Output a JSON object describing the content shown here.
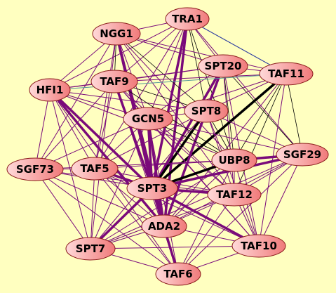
{
  "colors": {
    "background": "#FFFFC0",
    "node_fill_light": "#FFD9D9",
    "node_fill_dark": "#F07A7A",
    "node_stroke": "#8A1A1A",
    "edge_purple": "#7A0A7A",
    "edge_black": "#000000",
    "edge_blue": "#2A3AA0"
  },
  "nodes": [
    {
      "id": "TRA1",
      "label": "TRA1"
    },
    {
      "id": "NGG1",
      "label": "NGG1"
    },
    {
      "id": "SPT20",
      "label": "SPT20"
    },
    {
      "id": "TAF11",
      "label": "TAF11"
    },
    {
      "id": "HFI1",
      "label": "HFI1"
    },
    {
      "id": "TAF9",
      "label": "TAF9"
    },
    {
      "id": "SPT8",
      "label": "SPT8"
    },
    {
      "id": "GCN5",
      "label": "GCN5"
    },
    {
      "id": "SGF73",
      "label": "SGF73"
    },
    {
      "id": "TAF5",
      "label": "TAF5"
    },
    {
      "id": "UBP8",
      "label": "UBP8"
    },
    {
      "id": "SGF29",
      "label": "SGF29"
    },
    {
      "id": "SPT3",
      "label": "SPT3"
    },
    {
      "id": "TAF12",
      "label": "TAF12"
    },
    {
      "id": "ADA2",
      "label": "ADA2"
    },
    {
      "id": "SPT7",
      "label": "SPT7"
    },
    {
      "id": "TAF10",
      "label": "TAF10"
    },
    {
      "id": "TAF6",
      "label": "TAF6"
    }
  ],
  "edges": [
    {
      "a": "TRA1",
      "b": "NGG1",
      "style": "purple"
    },
    {
      "a": "TRA1",
      "b": "SPT20",
      "style": "purple"
    },
    {
      "a": "TRA1",
      "b": "TAF11",
      "style": "blue"
    },
    {
      "a": "TRA1",
      "b": "TAF9",
      "style": "purple"
    },
    {
      "a": "TRA1",
      "b": "SPT8",
      "style": "black"
    },
    {
      "a": "TRA1",
      "b": "GCN5",
      "style": "purple"
    },
    {
      "a": "TRA1",
      "b": "SPT3",
      "style": "purple-bold"
    },
    {
      "a": "TRA1",
      "b": "UBP8",
      "style": "black"
    },
    {
      "a": "TRA1",
      "b": "ADA2",
      "style": "purple-bold"
    },
    {
      "a": "TRA1",
      "b": "TAF5",
      "style": "purple"
    },
    {
      "a": "TRA1",
      "b": "HFI1",
      "style": "purple"
    },
    {
      "a": "TRA1",
      "b": "SGF29",
      "style": "purple"
    },
    {
      "a": "NGG1",
      "b": "HFI1",
      "style": "purple"
    },
    {
      "a": "NGG1",
      "b": "TAF9",
      "style": "black"
    },
    {
      "a": "NGG1",
      "b": "GCN5",
      "style": "purple"
    },
    {
      "a": "NGG1",
      "b": "SPT3",
      "style": "purple-bold"
    },
    {
      "a": "NGG1",
      "b": "SPT20",
      "style": "purple"
    },
    {
      "a": "NGG1",
      "b": "ADA2",
      "style": "purple-bold"
    },
    {
      "a": "NGG1",
      "b": "TAF11",
      "style": "purple"
    },
    {
      "a": "NGG1",
      "b": "SPT8",
      "style": "black"
    },
    {
      "a": "NGG1",
      "b": "UBP8",
      "style": "purple"
    },
    {
      "a": "NGG1",
      "b": "TAF5",
      "style": "purple"
    },
    {
      "a": "NGG1",
      "b": "SGF73",
      "style": "purple"
    },
    {
      "a": "NGG1",
      "b": "SPT7",
      "style": "purple"
    },
    {
      "a": "NGG1",
      "b": "TAF12",
      "style": "purple"
    },
    {
      "a": "SPT20",
      "b": "TAF11",
      "style": "purple"
    },
    {
      "a": "SPT20",
      "b": "SPT8",
      "style": "purple-bold"
    },
    {
      "a": "SPT20",
      "b": "SPT3",
      "style": "purple-bold"
    },
    {
      "a": "SPT20",
      "b": "GCN5",
      "style": "purple"
    },
    {
      "a": "SPT20",
      "b": "UBP8",
      "style": "black"
    },
    {
      "a": "SPT20",
      "b": "SGF29",
      "style": "black"
    },
    {
      "a": "SPT20",
      "b": "TAF12",
      "style": "purple"
    },
    {
      "a": "SPT20",
      "b": "TAF9",
      "style": "purple"
    },
    {
      "a": "SPT20",
      "b": "HFI1",
      "style": "purple"
    },
    {
      "a": "SPT20",
      "b": "ADA2",
      "style": "purple"
    },
    {
      "a": "SPT20",
      "b": "TAF10",
      "style": "purple"
    },
    {
      "a": "TAF11",
      "b": "SPT3",
      "style": "black-bold"
    },
    {
      "a": "TAF11",
      "b": "UBP8",
      "style": "black"
    },
    {
      "a": "TAF11",
      "b": "SGF29",
      "style": "black"
    },
    {
      "a": "TAF11",
      "b": "SPT8",
      "style": "purple"
    },
    {
      "a": "TAF11",
      "b": "TAF12",
      "style": "black"
    },
    {
      "a": "TAF11",
      "b": "GCN5",
      "style": "purple"
    },
    {
      "a": "TAF11",
      "b": "TAF9",
      "style": "purple"
    },
    {
      "a": "TAF11",
      "b": "TAF10",
      "style": "purple"
    },
    {
      "a": "TAF11",
      "b": "ADA2",
      "style": "purple"
    },
    {
      "a": "TAF11",
      "b": "HFI1",
      "style": "teal"
    },
    {
      "a": "HFI1",
      "b": "TAF9",
      "style": "purple"
    },
    {
      "a": "HFI1",
      "b": "GCN5",
      "style": "purple"
    },
    {
      "a": "HFI1",
      "b": "SPT3",
      "style": "purple-bold"
    },
    {
      "a": "HFI1",
      "b": "SGF73",
      "style": "purple"
    },
    {
      "a": "HFI1",
      "b": "TAF5",
      "style": "purple"
    },
    {
      "a": "HFI1",
      "b": "SPT7",
      "style": "purple"
    },
    {
      "a": "HFI1",
      "b": "ADA2",
      "style": "purple-bold"
    },
    {
      "a": "HFI1",
      "b": "TAF6",
      "style": "purple"
    },
    {
      "a": "HFI1",
      "b": "SPT8",
      "style": "purple"
    },
    {
      "a": "HFI1",
      "b": "UBP8",
      "style": "purple"
    },
    {
      "a": "TAF9",
      "b": "GCN5",
      "style": "purple"
    },
    {
      "a": "TAF9",
      "b": "SPT3",
      "style": "purple-bold"
    },
    {
      "a": "TAF9",
      "b": "SPT8",
      "style": "black"
    },
    {
      "a": "TAF9",
      "b": "TAF5",
      "style": "purple"
    },
    {
      "a": "TAF9",
      "b": "UBP8",
      "style": "black"
    },
    {
      "a": "TAF9",
      "b": "ADA2",
      "style": "purple"
    },
    {
      "a": "TAF9",
      "b": "TAF6",
      "style": "purple"
    },
    {
      "a": "TAF9",
      "b": "SGF73",
      "style": "purple"
    },
    {
      "a": "TAF9",
      "b": "TAF12",
      "style": "purple"
    },
    {
      "a": "TAF9",
      "b": "TAF10",
      "style": "purple"
    },
    {
      "a": "SPT8",
      "b": "GCN5",
      "style": "purple"
    },
    {
      "a": "SPT8",
      "b": "SPT3",
      "style": "black-bold"
    },
    {
      "a": "SPT8",
      "b": "UBP8",
      "style": "black"
    },
    {
      "a": "SPT8",
      "b": "SGF29",
      "style": "purple"
    },
    {
      "a": "SPT8",
      "b": "TAF12",
      "style": "purple"
    },
    {
      "a": "SPT8",
      "b": "ADA2",
      "style": "purple-bold"
    },
    {
      "a": "SPT8",
      "b": "TAF5",
      "style": "purple"
    },
    {
      "a": "SPT8",
      "b": "SPT7",
      "style": "purple"
    },
    {
      "a": "SPT8",
      "b": "TAF10",
      "style": "purple"
    },
    {
      "a": "GCN5",
      "b": "SPT3",
      "style": "purple-bold"
    },
    {
      "a": "GCN5",
      "b": "TAF5",
      "style": "purple"
    },
    {
      "a": "GCN5",
      "b": "UBP8",
      "style": "black"
    },
    {
      "a": "GCN5",
      "b": "ADA2",
      "style": "purple-bold"
    },
    {
      "a": "GCN5",
      "b": "SGF73",
      "style": "purple"
    },
    {
      "a": "GCN5",
      "b": "TAF12",
      "style": "purple"
    },
    {
      "a": "GCN5",
      "b": "SPT7",
      "style": "purple"
    },
    {
      "a": "GCN5",
      "b": "TAF6",
      "style": "purple"
    },
    {
      "a": "GCN5",
      "b": "SGF29",
      "style": "purple"
    },
    {
      "a": "GCN5",
      "b": "TAF10",
      "style": "purple"
    },
    {
      "a": "SGF73",
      "b": "TAF5",
      "style": "purple"
    },
    {
      "a": "SGF73",
      "b": "SPT3",
      "style": "purple"
    },
    {
      "a": "SGF73",
      "b": "SPT7",
      "style": "purple"
    },
    {
      "a": "SGF73",
      "b": "ADA2",
      "style": "purple"
    },
    {
      "a": "SGF73",
      "b": "TAF6",
      "style": "purple"
    },
    {
      "a": "SGF73",
      "b": "UBP8",
      "style": "purple"
    },
    {
      "a": "SGF73",
      "b": "TAF12",
      "style": "purple"
    },
    {
      "a": "TAF5",
      "b": "SPT3",
      "style": "purple-bold"
    },
    {
      "a": "TAF5",
      "b": "SPT7",
      "style": "purple"
    },
    {
      "a": "TAF5",
      "b": "ADA2",
      "style": "purple"
    },
    {
      "a": "TAF5",
      "b": "TAF6",
      "style": "purple"
    },
    {
      "a": "TAF5",
      "b": "UBP8",
      "style": "purple"
    },
    {
      "a": "TAF5",
      "b": "TAF12",
      "style": "purple"
    },
    {
      "a": "TAF5",
      "b": "TAF10",
      "style": "purple"
    },
    {
      "a": "UBP8",
      "b": "SGF29",
      "style": "purple-bold"
    },
    {
      "a": "UBP8",
      "b": "SPT3",
      "style": "black-bold"
    },
    {
      "a": "UBP8",
      "b": "TAF12",
      "style": "purple"
    },
    {
      "a": "UBP8",
      "b": "ADA2",
      "style": "purple"
    },
    {
      "a": "UBP8",
      "b": "TAF10",
      "style": "purple"
    },
    {
      "a": "UBP8",
      "b": "TAF6",
      "style": "purple"
    },
    {
      "a": "UBP8",
      "b": "SPT7",
      "style": "purple"
    },
    {
      "a": "SGF29",
      "b": "SPT3",
      "style": "purple-bold"
    },
    {
      "a": "SGF29",
      "b": "TAF12",
      "style": "purple"
    },
    {
      "a": "SGF29",
      "b": "TAF10",
      "style": "purple"
    },
    {
      "a": "SGF29",
      "b": "ADA2",
      "style": "purple"
    },
    {
      "a": "SGF29",
      "b": "TAF6",
      "style": "purple"
    },
    {
      "a": "SGF29",
      "b": "SPT7",
      "style": "purple"
    },
    {
      "a": "SPT3",
      "b": "TAF12",
      "style": "purple-bold"
    },
    {
      "a": "SPT3",
      "b": "ADA2",
      "style": "purple-bold"
    },
    {
      "a": "SPT3",
      "b": "SPT7",
      "style": "purple-bold"
    },
    {
      "a": "SPT3",
      "b": "TAF10",
      "style": "purple-bold"
    },
    {
      "a": "SPT3",
      "b": "TAF6",
      "style": "purple-bold"
    },
    {
      "a": "TAF12",
      "b": "ADA2",
      "style": "purple"
    },
    {
      "a": "TAF12",
      "b": "TAF10",
      "style": "purple"
    },
    {
      "a": "TAF12",
      "b": "TAF6",
      "style": "purple"
    },
    {
      "a": "TAF12",
      "b": "SPT7",
      "style": "purple"
    },
    {
      "a": "ADA2",
      "b": "SPT7",
      "style": "purple"
    },
    {
      "a": "ADA2",
      "b": "TAF6",
      "style": "purple"
    },
    {
      "a": "ADA2",
      "b": "TAF10",
      "style": "purple"
    },
    {
      "a": "SPT7",
      "b": "TAF6",
      "style": "purple"
    },
    {
      "a": "SPT7",
      "b": "TAF10",
      "style": "purple"
    },
    {
      "a": "TAF6",
      "b": "TAF10",
      "style": "purple"
    }
  ]
}
